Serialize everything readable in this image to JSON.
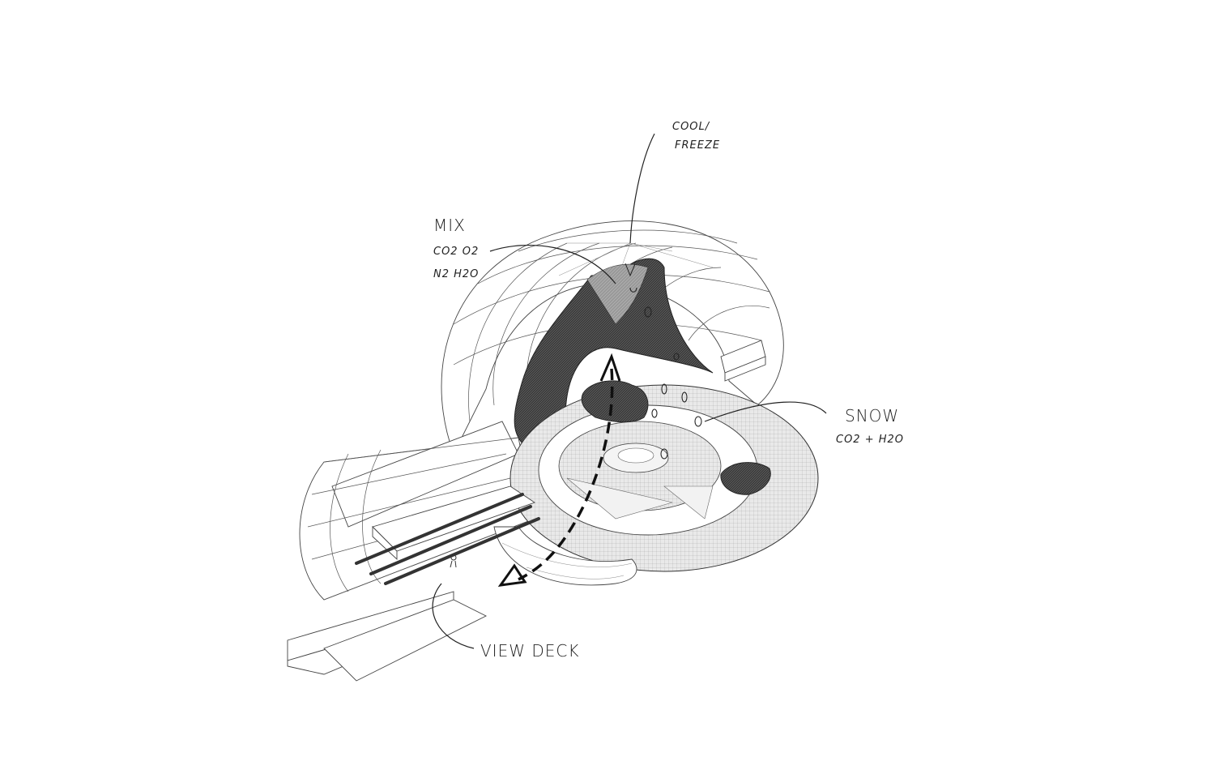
{
  "labels": {
    "cool_freeze_line1": "COOL/",
    "cool_freeze_line2": "FREEZE",
    "mix_title": "MIX",
    "mix_line1": "CO2   O2",
    "mix_line2": "N2   H2O",
    "snow_title": "SNOW",
    "snow_line1": "CO2 + H2O",
    "view_deck": "VIEW DECK"
  },
  "colors": {
    "ink": "#222222",
    "membrane": "#3a3a3a",
    "rock": "#5a5a5a",
    "background": "#ffffff"
  }
}
